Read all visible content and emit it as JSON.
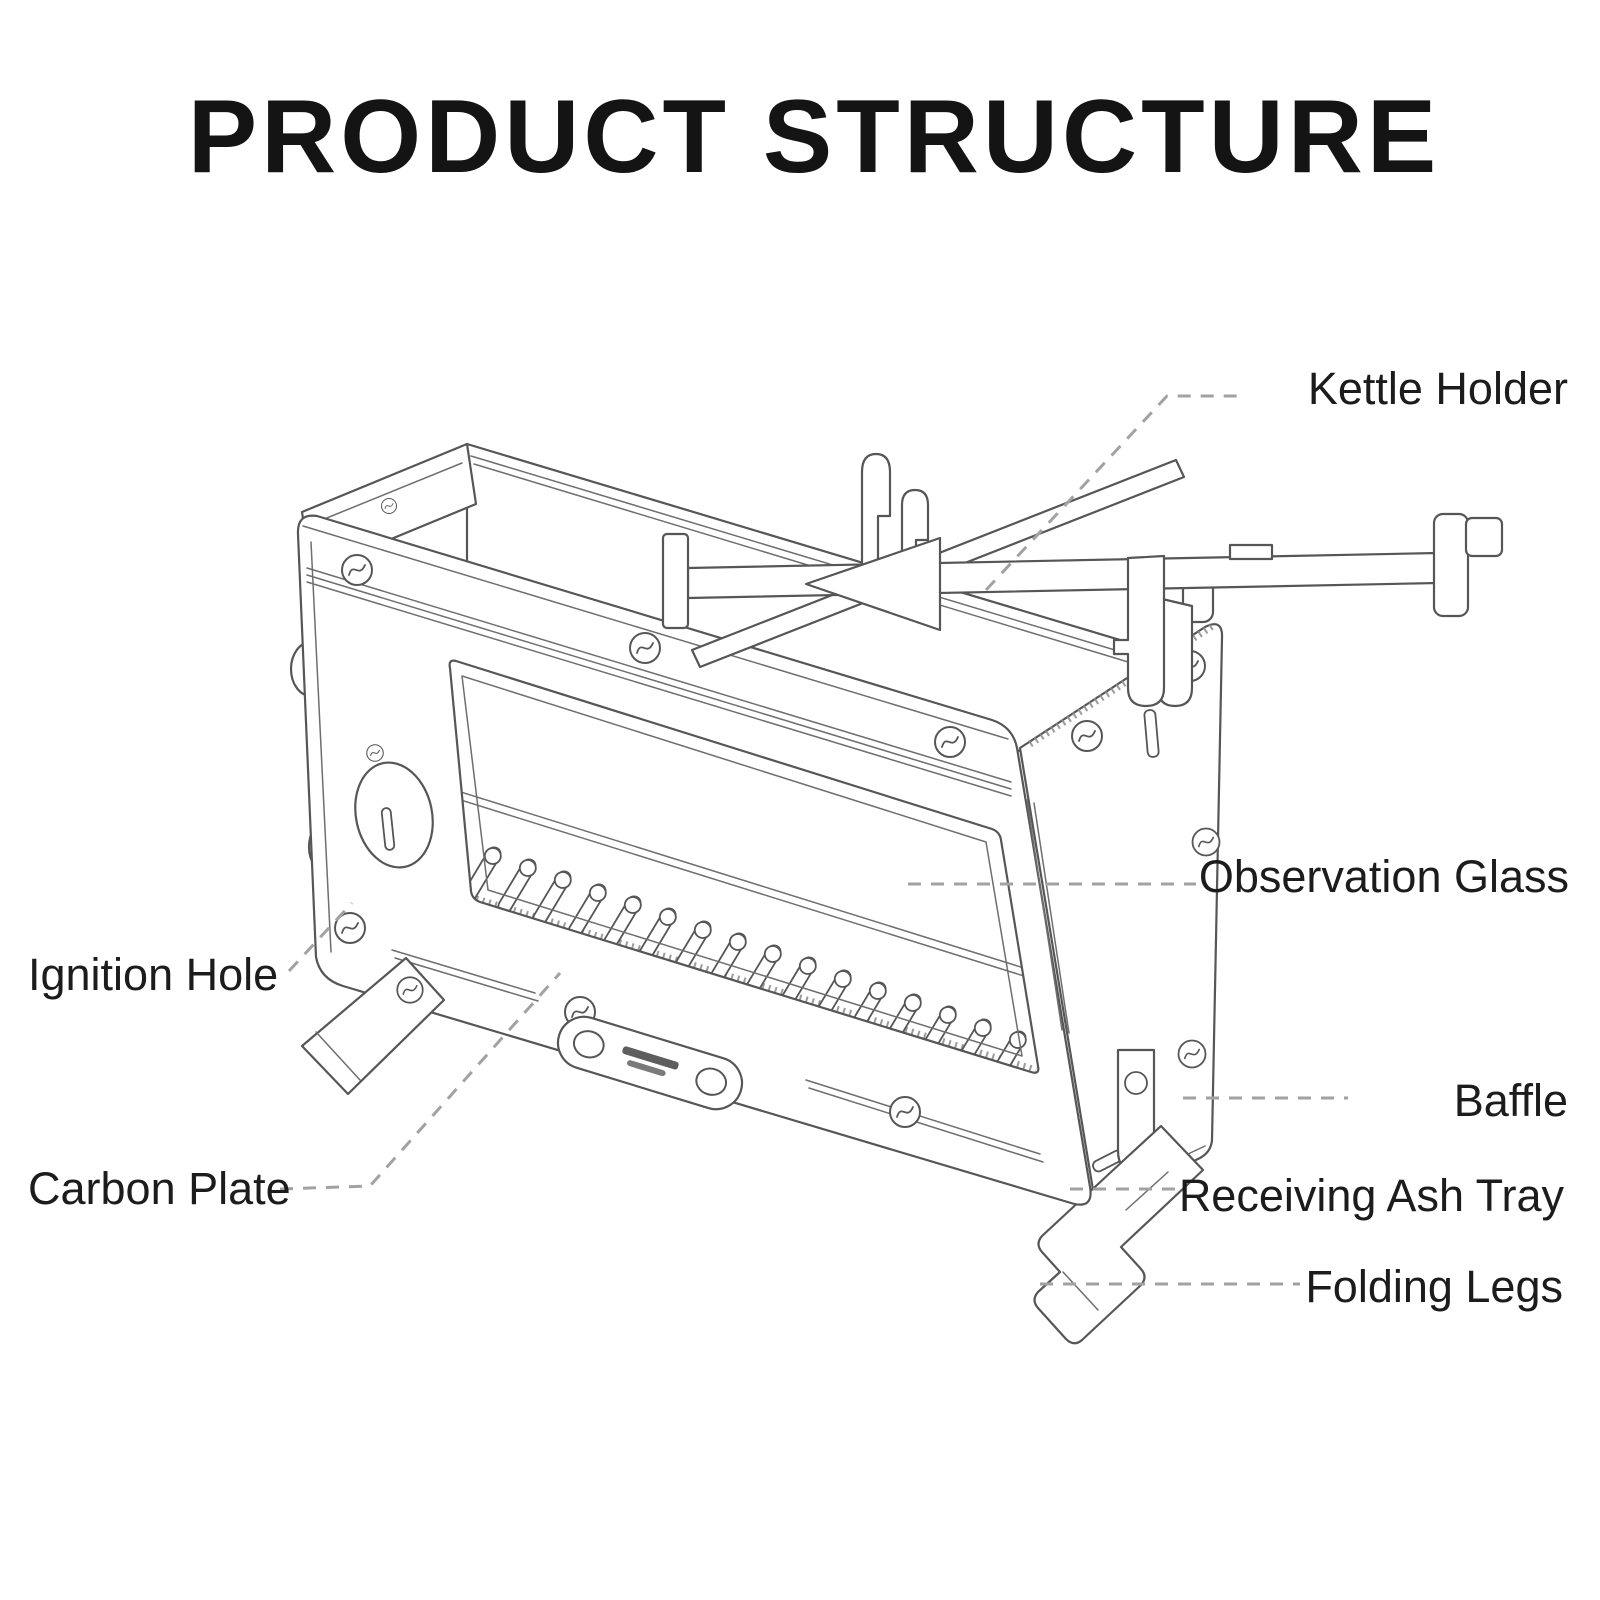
{
  "title": "PRODUCT STRUCTURE",
  "diagram": {
    "type": "annotated product line drawing",
    "labels": {
      "kettle_holder": "Kettle Holder",
      "observation_glass": "Observation Glass",
      "ignition_hole": "Ignition Hole",
      "carbon_plate": "Carbon Plate",
      "baffle": "Baffle",
      "receiving_ash_tray": "Receiving Ash Tray",
      "folding_legs": "Folding Legs"
    },
    "colors": {
      "background": "#ffffff",
      "line": "#565656",
      "leader": "#a2a2a2",
      "text": "#1c1c1c"
    }
  }
}
